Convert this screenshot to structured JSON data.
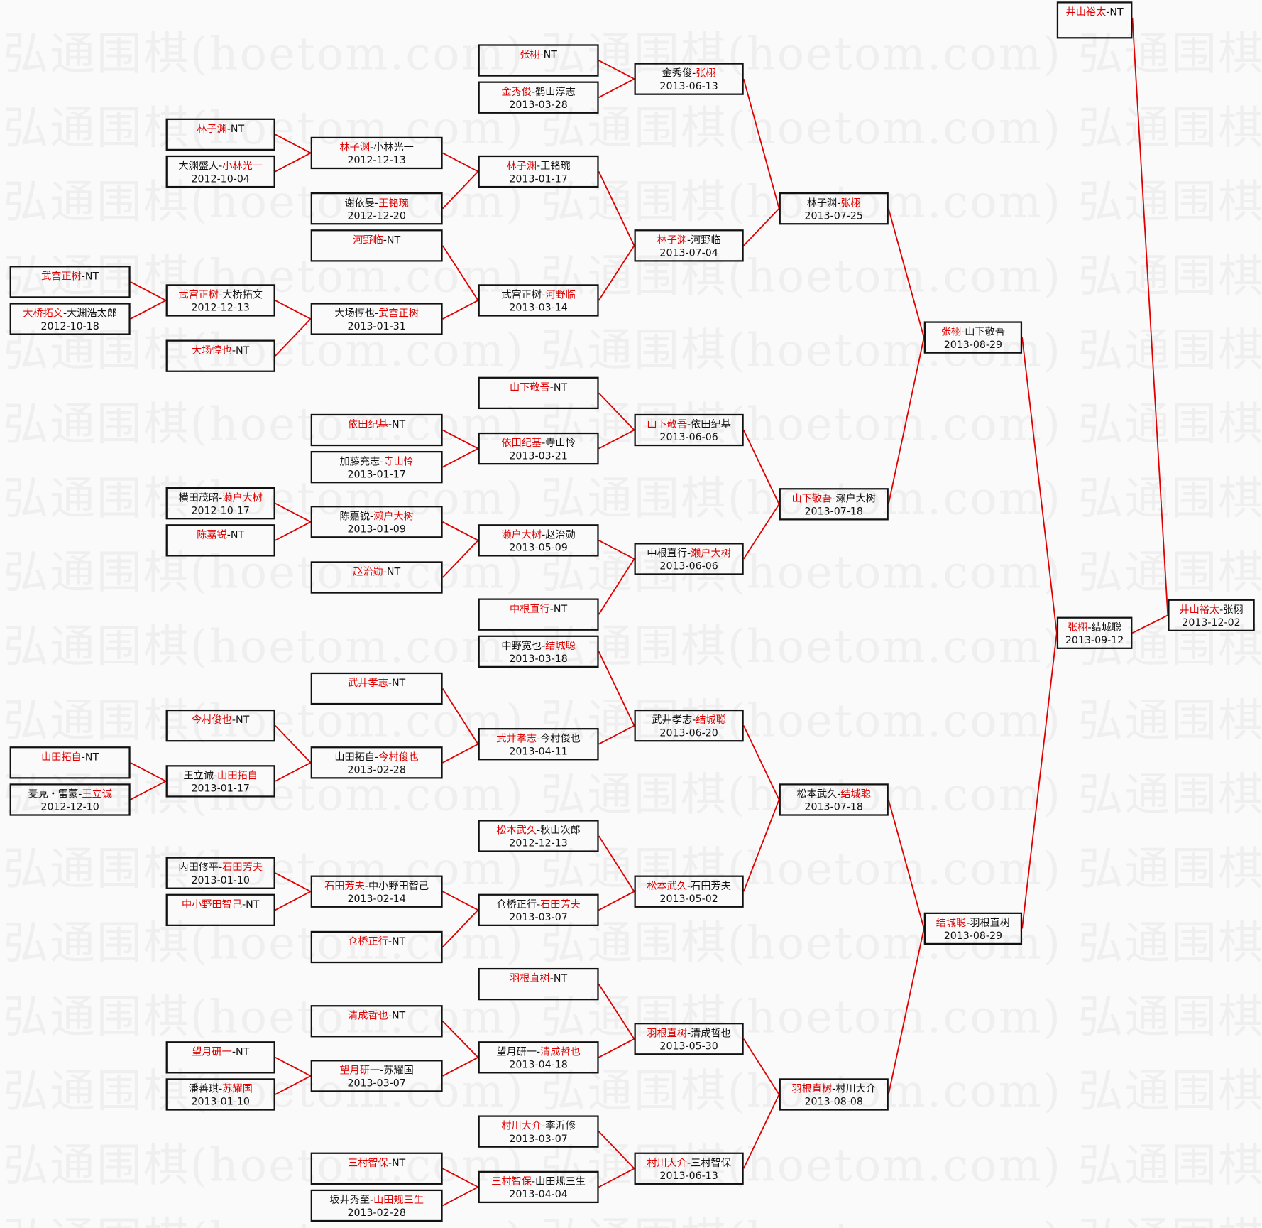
{
  "watermark": "弘通围棋(hoetom.com)",
  "colors": {
    "winner": "#e00000",
    "line": "#e00000",
    "border": "#111111",
    "text": "#111111"
  },
  "no_game_label": "NT",
  "matches": [
    {
      "id": "c1a",
      "round": 1,
      "players": [
        "武宫正树",
        "NT"
      ],
      "winner": 0,
      "date": "",
      "next": "c2b"
    },
    {
      "id": "c1b",
      "round": 1,
      "players": [
        "大桥拓文",
        "大渊浩太郎"
      ],
      "winner": 0,
      "date": "2012-10-18",
      "next": "c2b"
    },
    {
      "id": "c1c",
      "round": 1,
      "players": [
        "山田拓自",
        "NT"
      ],
      "winner": 0,
      "date": "",
      "next": "c2h"
    },
    {
      "id": "c1d",
      "round": 1,
      "players": [
        "麦克・雷蒙",
        "王立诚"
      ],
      "winner": 1,
      "date": "2012-12-10",
      "next": "c2h"
    },
    {
      "id": "c2a",
      "round": 2,
      "players": [
        "林子渊",
        "NT"
      ],
      "winner": 0,
      "date": "",
      "next": "c3a"
    },
    {
      "id": "c2x",
      "round": 2,
      "players": [
        "大渊盛人",
        "小林光一"
      ],
      "winner": 1,
      "date": "2012-10-04",
      "next": "c3a"
    },
    {
      "id": "c2b",
      "round": 2,
      "players": [
        "武宫正树",
        "大桥拓文"
      ],
      "winner": 0,
      "date": "2012-12-13",
      "next": "c3d"
    },
    {
      "id": "c2c",
      "round": 2,
      "players": [
        "大场惇也",
        "NT"
      ],
      "winner": 0,
      "date": "",
      "next": "c3d"
    },
    {
      "id": "c2d",
      "round": 2,
      "players": [
        "横田茂昭",
        "濑户大树"
      ],
      "winner": 1,
      "date": "2012-10-17",
      "next": "c3g"
    },
    {
      "id": "c2e",
      "round": 2,
      "players": [
        "陈嘉锐",
        "NT"
      ],
      "winner": 0,
      "date": "",
      "next": "c3g"
    },
    {
      "id": "c2f",
      "round": 2,
      "players": [
        "今村俊也",
        "NT"
      ],
      "winner": 0,
      "date": "",
      "next": "c3j"
    },
    {
      "id": "c2h",
      "round": 2,
      "players": [
        "王立诚",
        "山田拓自"
      ],
      "winner": 1,
      "date": "2013-01-17",
      "next": "c3j"
    },
    {
      "id": "c2i",
      "round": 2,
      "players": [
        "内田修平",
        "石田芳夫"
      ],
      "winner": 1,
      "date": "2013-01-10",
      "next": "c3k"
    },
    {
      "id": "c2j",
      "round": 2,
      "players": [
        "中小野田智己",
        "NT"
      ],
      "winner": 0,
      "date": "",
      "next": "c3k"
    },
    {
      "id": "c2k",
      "round": 2,
      "players": [
        "望月研一",
        "NT"
      ],
      "winner": 0,
      "date": "",
      "next": "c3n"
    },
    {
      "id": "c2l",
      "round": 2,
      "players": [
        "潘善琪",
        "苏耀国"
      ],
      "winner": 1,
      "date": "2013-01-10",
      "next": "c3n"
    },
    {
      "id": "c3a",
      "round": 3,
      "players": [
        "林子渊",
        "小林光一"
      ],
      "winner": 0,
      "date": "2012-12-13",
      "next": "c4c"
    },
    {
      "id": "c3b",
      "round": 3,
      "players": [
        "谢依旻",
        "王铭琬"
      ],
      "winner": 1,
      "date": "2012-12-20",
      "next": "c4c"
    },
    {
      "id": "c3c",
      "round": 3,
      "players": [
        "河野临",
        "NT"
      ],
      "winner": 0,
      "date": "",
      "next": "c4d"
    },
    {
      "id": "c3d",
      "round": 3,
      "players": [
        "大场惇也",
        "武宫正树"
      ],
      "winner": 1,
      "date": "2013-01-31",
      "next": "c4d"
    },
    {
      "id": "c3e",
      "round": 3,
      "players": [
        "依田纪基",
        "NT"
      ],
      "winner": 0,
      "date": "",
      "next": "c4f"
    },
    {
      "id": "c3f",
      "round": 3,
      "players": [
        "加藤充志",
        "寺山怜"
      ],
      "winner": 1,
      "date": "2013-01-17",
      "next": "c4f"
    },
    {
      "id": "c3g",
      "round": 3,
      "players": [
        "陈嘉锐",
        "濑户大树"
      ],
      "winner": 1,
      "date": "2013-01-09",
      "next": "c4g"
    },
    {
      "id": "c3h",
      "round": 3,
      "players": [
        "赵治勋",
        "NT"
      ],
      "winner": 0,
      "date": "",
      "next": "c4g"
    },
    {
      "id": "c3i",
      "round": 3,
      "players": [
        "武井孝志",
        "NT"
      ],
      "winner": 0,
      "date": "",
      "next": "c4j"
    },
    {
      "id": "c3j",
      "round": 3,
      "players": [
        "山田拓自",
        "今村俊也"
      ],
      "winner": 1,
      "date": "2013-02-28",
      "next": "c4j"
    },
    {
      "id": "c3k",
      "round": 3,
      "players": [
        "石田芳夫",
        "中小野田智己"
      ],
      "winner": 0,
      "date": "2013-02-14",
      "next": "c4l"
    },
    {
      "id": "c3l",
      "round": 3,
      "players": [
        "仓桥正行",
        "NT"
      ],
      "winner": 0,
      "date": "",
      "next": "c4l"
    },
    {
      "id": "c3m",
      "round": 3,
      "players": [
        "清成哲也",
        "NT"
      ],
      "winner": 0,
      "date": "",
      "next": "c4n"
    },
    {
      "id": "c3n",
      "round": 3,
      "players": [
        "望月研一",
        "苏耀国"
      ],
      "winner": 0,
      "date": "2013-03-07",
      "next": "c4n"
    },
    {
      "id": "c3o",
      "round": 3,
      "players": [
        "三村智保",
        "NT"
      ],
      "winner": 0,
      "date": "",
      "next": "c4p"
    },
    {
      "id": "c3p",
      "round": 3,
      "players": [
        "坂井秀至",
        "山田规三生"
      ],
      "winner": 1,
      "date": "2013-02-28",
      "next": "c4p"
    },
    {
      "id": "c4a",
      "round": 4,
      "players": [
        "张栩",
        "NT"
      ],
      "winner": 0,
      "date": "",
      "next": "c5a"
    },
    {
      "id": "c4b",
      "round": 4,
      "players": [
        "金秀俊",
        "鹤山淳志"
      ],
      "winner": 0,
      "date": "2013-03-28",
      "next": "c5a"
    },
    {
      "id": "c4c",
      "round": 4,
      "players": [
        "林子渊",
        "王铭琬"
      ],
      "winner": 0,
      "date": "2013-01-17",
      "next": "c5b"
    },
    {
      "id": "c4d",
      "round": 4,
      "players": [
        "武宫正树",
        "河野临"
      ],
      "winner": 1,
      "date": "2013-03-14",
      "next": "c5b"
    },
    {
      "id": "c4e",
      "round": 4,
      "players": [
        "山下敬吾",
        "NT"
      ],
      "winner": 0,
      "date": "",
      "next": "c5c"
    },
    {
      "id": "c4f",
      "round": 4,
      "players": [
        "依田纪基",
        "寺山怜"
      ],
      "winner": 0,
      "date": "2013-03-21",
      "next": "c5c"
    },
    {
      "id": "c4g",
      "round": 4,
      "players": [
        "濑户大树",
        "赵治勋"
      ],
      "winner": 0,
      "date": "2013-05-09",
      "next": "c5d"
    },
    {
      "id": "c4h",
      "round": 4,
      "players": [
        "中根直行",
        "NT"
      ],
      "winner": 0,
      "date": "",
      "next": "c5d"
    },
    {
      "id": "c4i",
      "round": 4,
      "players": [
        "中野宽也",
        "结城聪"
      ],
      "winner": 1,
      "date": "2013-03-18",
      "next": "c5e"
    },
    {
      "id": "c4j",
      "round": 4,
      "players": [
        "武井孝志",
        "今村俊也"
      ],
      "winner": 0,
      "date": "2013-04-11",
      "next": "c5e"
    },
    {
      "id": "c4k",
      "round": 4,
      "players": [
        "松本武久",
        "秋山次郎"
      ],
      "winner": 0,
      "date": "2012-12-13",
      "next": "c5f"
    },
    {
      "id": "c4l",
      "round": 4,
      "players": [
        "仓桥正行",
        "石田芳夫"
      ],
      "winner": 1,
      "date": "2013-03-07",
      "next": "c5f"
    },
    {
      "id": "c4m",
      "round": 4,
      "players": [
        "羽根直树",
        "NT"
      ],
      "winner": 0,
      "date": "",
      "next": "c5g"
    },
    {
      "id": "c4n",
      "round": 4,
      "players": [
        "望月研一",
        "清成哲也"
      ],
      "winner": 1,
      "date": "2013-04-18",
      "next": "c5g"
    },
    {
      "id": "c4o",
      "round": 4,
      "players": [
        "村川大介",
        "李沂修"
      ],
      "winner": 0,
      "date": "2013-03-07",
      "next": "c5h"
    },
    {
      "id": "c4p",
      "round": 4,
      "players": [
        "三村智保",
        "山田规三生"
      ],
      "winner": 0,
      "date": "2013-04-04",
      "next": "c5h"
    },
    {
      "id": "c5a",
      "round": 5,
      "players": [
        "金秀俊",
        "张栩"
      ],
      "winner": 1,
      "date": "2013-06-13",
      "next": "c6a"
    },
    {
      "id": "c5b",
      "round": 5,
      "players": [
        "林子渊",
        "河野临"
      ],
      "winner": 0,
      "date": "2013-07-04",
      "next": "c6a"
    },
    {
      "id": "c5c",
      "round": 5,
      "players": [
        "山下敬吾",
        "依田纪基"
      ],
      "winner": 0,
      "date": "2013-06-06",
      "next": "c6b"
    },
    {
      "id": "c5d",
      "round": 5,
      "players": [
        "中根直行",
        "濑户大树"
      ],
      "winner": 1,
      "date": "2013-06-06",
      "next": "c6b"
    },
    {
      "id": "c5e",
      "round": 5,
      "players": [
        "武井孝志",
        "结城聪"
      ],
      "winner": 1,
      "date": "2013-06-20",
      "next": "c6c"
    },
    {
      "id": "c5f",
      "round": 5,
      "players": [
        "松本武久",
        "石田芳夫"
      ],
      "winner": 0,
      "date": "2013-05-02",
      "next": "c6c"
    },
    {
      "id": "c5g",
      "round": 5,
      "players": [
        "羽根直树",
        "清成哲也"
      ],
      "winner": 0,
      "date": "2013-05-30",
      "next": "c6d"
    },
    {
      "id": "c5h",
      "round": 5,
      "players": [
        "村川大介",
        "三村智保"
      ],
      "winner": 0,
      "date": "2013-06-13",
      "next": "c6d"
    },
    {
      "id": "c6a",
      "round": 6,
      "players": [
        "林子渊",
        "张栩"
      ],
      "winner": 1,
      "date": "2013-07-25",
      "next": "c7a"
    },
    {
      "id": "c6b",
      "round": 6,
      "players": [
        "山下敬吾",
        "濑户大树"
      ],
      "winner": 0,
      "date": "2013-07-18",
      "next": "c7a"
    },
    {
      "id": "c6c",
      "round": 6,
      "players": [
        "松本武久",
        "结城聪"
      ],
      "winner": 1,
      "date": "2013-07-18",
      "next": "c7b"
    },
    {
      "id": "c6d",
      "round": 6,
      "players": [
        "羽根直树",
        "村川大介"
      ],
      "winner": 0,
      "date": "2013-08-08",
      "next": "c7b"
    },
    {
      "id": "c7a",
      "round": 7,
      "players": [
        "张栩",
        "山下敬吾"
      ],
      "winner": 0,
      "date": "2013-08-29",
      "next": "c8b"
    },
    {
      "id": "c7b",
      "round": 7,
      "players": [
        "结城聪",
        "羽根直树"
      ],
      "winner": 0,
      "date": "2013-08-29",
      "next": "c8b"
    },
    {
      "id": "c8a",
      "round": 8,
      "players": [
        "井山裕太",
        "NT"
      ],
      "winner": 0,
      "date": "",
      "next": "c9"
    },
    {
      "id": "c8b",
      "round": 8,
      "players": [
        "张栩",
        "结城聪"
      ],
      "winner": 0,
      "date": "2013-09-12",
      "next": "c9"
    },
    {
      "id": "c9",
      "round": 9,
      "players": [
        "井山裕太",
        "张栩"
      ],
      "winner": 0,
      "date": "2013-12-02",
      "next": ""
    }
  ]
}
